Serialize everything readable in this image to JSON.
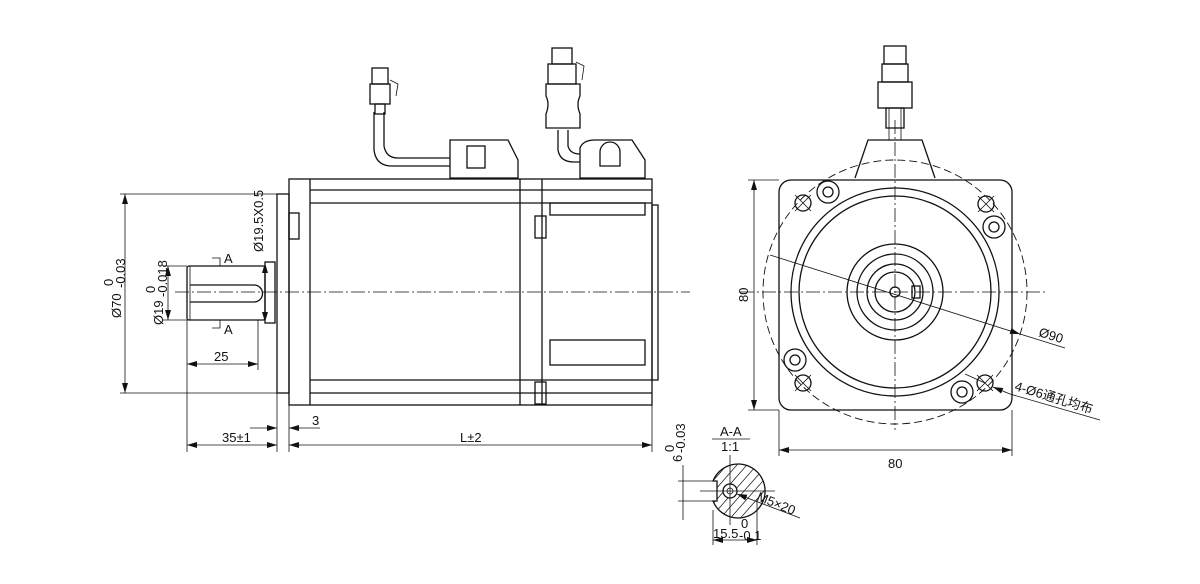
{
  "side_view": {
    "dim_flange_dia": "Ø70",
    "dim_flange_tol_upper": "0",
    "dim_flange_tol_lower": "-0.03",
    "dim_shaft_dia": "Ø19",
    "dim_shaft_tol_upper": "0",
    "dim_shaft_tol_lower": "-0.018",
    "dim_collar_dia": "Ø19.5X0.5",
    "section_mark": "A",
    "dim_key_length": "25",
    "dim_shaft_length": "35±1",
    "dim_flange_thickness": "3",
    "dim_body_length": "L±2"
  },
  "front_view": {
    "dim_height": "80",
    "dim_width": "80",
    "dim_pcd": "Ø90",
    "dim_holes": "4-Ø6通孔均布"
  },
  "section_view": {
    "title": "A-A",
    "scale": "1:1",
    "dim_key_width": "6",
    "dim_key_tol_upper": "0",
    "dim_key_tol_lower": "-0.03",
    "dim_thread": "M5×20",
    "dim_key_depth": "15.5",
    "dim_depth_tol_upper": "0",
    "dim_depth_tol_lower": "-0.1"
  }
}
